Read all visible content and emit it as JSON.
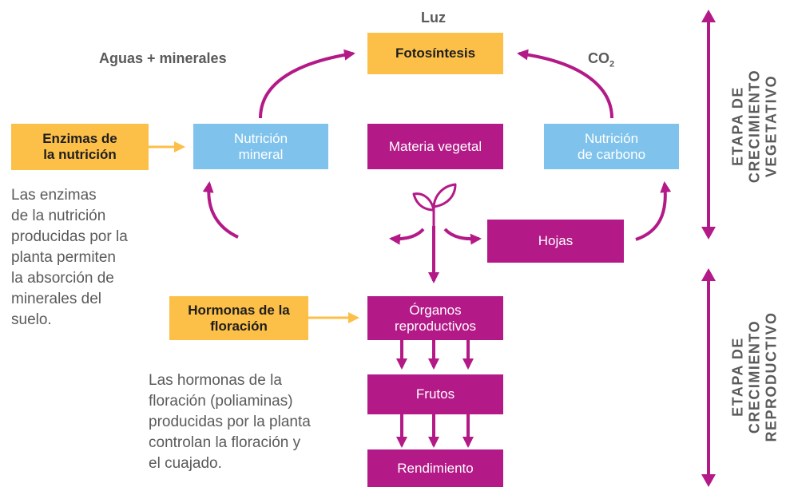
{
  "inputs": {
    "light": "Luz",
    "water_minerals": "Aguas + minerales",
    "co2_main": "CO",
    "co2_sub": "2"
  },
  "boxes": {
    "photosynthesis": "Fotosíntesis",
    "nutrition_enzymes_line1": "Enzimas de",
    "nutrition_enzymes_line2": "la nutrición",
    "mineral_nutrition_line1": "Nutrición",
    "mineral_nutrition_line2": "mineral",
    "plant_matter": "Materia vegetal",
    "carbon_nutrition_line1": "Nutrición",
    "carbon_nutrition_line2": "de carbono",
    "leaves": "Hojas",
    "flowering_hormones_line1": "Hormonas de la",
    "flowering_hormones_line2": "floración",
    "reproductive_organs_line1": "Órganos",
    "reproductive_organs_line2": "reproductivos",
    "fruits": "Frutos",
    "yield": "Rendimiento"
  },
  "notes": {
    "enzymes": [
      "Las enzimas",
      "de la nutrición",
      "producidas por la",
      "planta permiten",
      "la absorción de",
      "minerales del",
      "suelo."
    ],
    "hormones": [
      "Las hormonas de la",
      "floración (poliaminas)",
      "producidas por la planta",
      "controlan la floración y",
      "el cuajado."
    ]
  },
  "stages": {
    "vegetative": [
      "ETAPA DE",
      "CRECIMIENTO",
      "VEGETATIVO"
    ],
    "reproductive": [
      "ETAPA DE",
      "CRECIMIENTO",
      "REPRODUCTIVO"
    ]
  },
  "colors": {
    "orange": "#fcbf48",
    "blue": "#7fc3ec",
    "magenta": "#b31a87",
    "text_gray": "#5a5a5a"
  },
  "icons": {
    "plant": "sprout-icon"
  }
}
